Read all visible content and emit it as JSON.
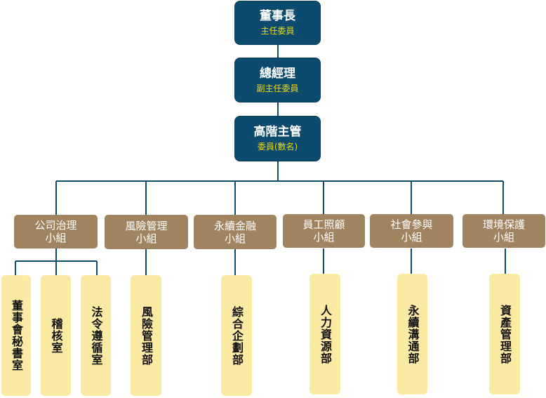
{
  "executives": [
    {
      "title": "董事長",
      "role": "主任委員"
    },
    {
      "title": "總經理",
      "role": "副主任委員"
    },
    {
      "title": "高階主管",
      "role": "委員(數名)"
    }
  ],
  "groups": [
    {
      "line1": "公司治理",
      "line2": "小組",
      "depts": [
        "董事會秘書室",
        "稽核室",
        "法令遵循室"
      ]
    },
    {
      "line1": "風險管理",
      "line2": "小組",
      "depts": [
        "風險管理部"
      ]
    },
    {
      "line1": "永續金融",
      "line2": "小組",
      "depts": [
        "綜合企劃部"
      ]
    },
    {
      "line1": "員工照顧",
      "line2": "小組",
      "depts": [
        "人力資源部"
      ]
    },
    {
      "line1": "社會參與",
      "line2": "小組",
      "depts": [
        "永續溝通部"
      ]
    },
    {
      "line1": "環境保護",
      "line2": "小組",
      "depts": [
        "資產管理部"
      ]
    }
  ],
  "colors": {
    "executive_box": "#0c4a6e",
    "executive_subtitle": "#f5d90a",
    "group_box": "#a08460",
    "department_box": "#fbeaa4",
    "connector": "#0c4a6e"
  }
}
